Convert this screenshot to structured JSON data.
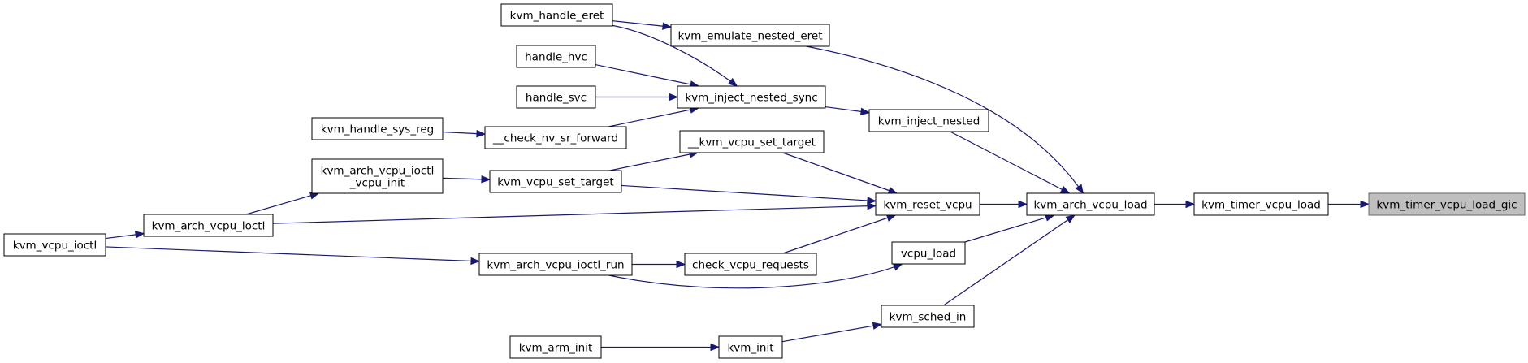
{
  "graph": {
    "colors": {
      "edge": "#191970",
      "node_border": "#000000",
      "target_fill": "#bfbfbf"
    },
    "nodes": {
      "kvm_timer_vcpu_load_gic": {
        "lines": [
          "kvm_timer_vcpu_load_gic"
        ],
        "target": true
      },
      "kvm_timer_vcpu_load": {
        "lines": [
          "kvm_timer_vcpu_load"
        ]
      },
      "kvm_arch_vcpu_load": {
        "lines": [
          "kvm_arch_vcpu_load"
        ]
      },
      "kvm_emulate_nested_eret": {
        "lines": [
          "kvm_emulate_nested_eret"
        ]
      },
      "kvm_inject_nested": {
        "lines": [
          "kvm_inject_nested"
        ]
      },
      "kvm_reset_vcpu": {
        "lines": [
          "kvm_reset_vcpu"
        ]
      },
      "vcpu_load": {
        "lines": [
          "vcpu_load"
        ]
      },
      "kvm_sched_in": {
        "lines": [
          "kvm_sched_in"
        ]
      },
      "kvm_handle_eret": {
        "lines": [
          "kvm_handle_eret"
        ]
      },
      "kvm_inject_nested_sync": {
        "lines": [
          "kvm_inject_nested_sync"
        ]
      },
      "handle_hvc": {
        "lines": [
          "handle_hvc"
        ]
      },
      "handle_svc": {
        "lines": [
          "handle_svc"
        ]
      },
      "check_nv_sr_forward": {
        "lines": [
          "__check_nv_sr_forward"
        ]
      },
      "kvm_handle_sys_reg": {
        "lines": [
          "kvm_handle_sys_reg"
        ]
      },
      "kvm_vcpu_set_target_internal": {
        "lines": [
          "__kvm_vcpu_set_target"
        ]
      },
      "kvm_vcpu_set_target": {
        "lines": [
          "kvm_vcpu_set_target"
        ]
      },
      "kvm_arch_vcpu_ioctl_vcpu_init": {
        "lines": [
          "kvm_arch_vcpu_ioctl",
          "_vcpu_init"
        ]
      },
      "kvm_arch_vcpu_ioctl": {
        "lines": [
          "kvm_arch_vcpu_ioctl"
        ]
      },
      "kvm_vcpu_ioctl": {
        "lines": [
          "kvm_vcpu_ioctl"
        ]
      },
      "check_vcpu_requests": {
        "lines": [
          "check_vcpu_requests"
        ]
      },
      "kvm_arch_vcpu_ioctl_run": {
        "lines": [
          "kvm_arch_vcpu_ioctl_run"
        ]
      },
      "kvm_init": {
        "lines": [
          "kvm_init"
        ]
      },
      "kvm_arm_init": {
        "lines": [
          "kvm_arm_init"
        ]
      }
    },
    "edges": [
      [
        "kvm_timer_vcpu_load",
        "kvm_timer_vcpu_load_gic"
      ],
      [
        "kvm_arch_vcpu_load",
        "kvm_timer_vcpu_load"
      ],
      [
        "kvm_emulate_nested_eret",
        "kvm_arch_vcpu_load"
      ],
      [
        "kvm_inject_nested",
        "kvm_arch_vcpu_load"
      ],
      [
        "kvm_reset_vcpu",
        "kvm_arch_vcpu_load"
      ],
      [
        "vcpu_load",
        "kvm_arch_vcpu_load"
      ],
      [
        "kvm_sched_in",
        "kvm_arch_vcpu_load"
      ],
      [
        "kvm_handle_eret",
        "kvm_emulate_nested_eret"
      ],
      [
        "kvm_handle_eret",
        "kvm_inject_nested_sync"
      ],
      [
        "handle_hvc",
        "kvm_inject_nested_sync"
      ],
      [
        "handle_svc",
        "kvm_inject_nested_sync"
      ],
      [
        "check_nv_sr_forward",
        "kvm_inject_nested_sync"
      ],
      [
        "kvm_inject_nested_sync",
        "kvm_inject_nested"
      ],
      [
        "kvm_handle_sys_reg",
        "check_nv_sr_forward"
      ],
      [
        "kvm_vcpu_set_target_internal",
        "kvm_reset_vcpu"
      ],
      [
        "kvm_vcpu_set_target",
        "kvm_reset_vcpu"
      ],
      [
        "kvm_arch_vcpu_ioctl",
        "kvm_reset_vcpu"
      ],
      [
        "check_vcpu_requests",
        "kvm_reset_vcpu"
      ],
      [
        "kvm_vcpu_set_target",
        "kvm_vcpu_set_target_internal"
      ],
      [
        "kvm_arch_vcpu_ioctl_vcpu_init",
        "kvm_vcpu_set_target"
      ],
      [
        "kvm_arch_vcpu_ioctl",
        "kvm_arch_vcpu_ioctl_vcpu_init"
      ],
      [
        "kvm_vcpu_ioctl",
        "kvm_arch_vcpu_ioctl"
      ],
      [
        "kvm_arch_vcpu_ioctl_run",
        "check_vcpu_requests"
      ],
      [
        "kvm_vcpu_ioctl",
        "kvm_arch_vcpu_ioctl_run"
      ],
      [
        "kvm_arch_vcpu_ioctl_run",
        "vcpu_load"
      ],
      [
        "kvm_init",
        "kvm_sched_in"
      ],
      [
        "kvm_arm_init",
        "kvm_init"
      ]
    ]
  }
}
